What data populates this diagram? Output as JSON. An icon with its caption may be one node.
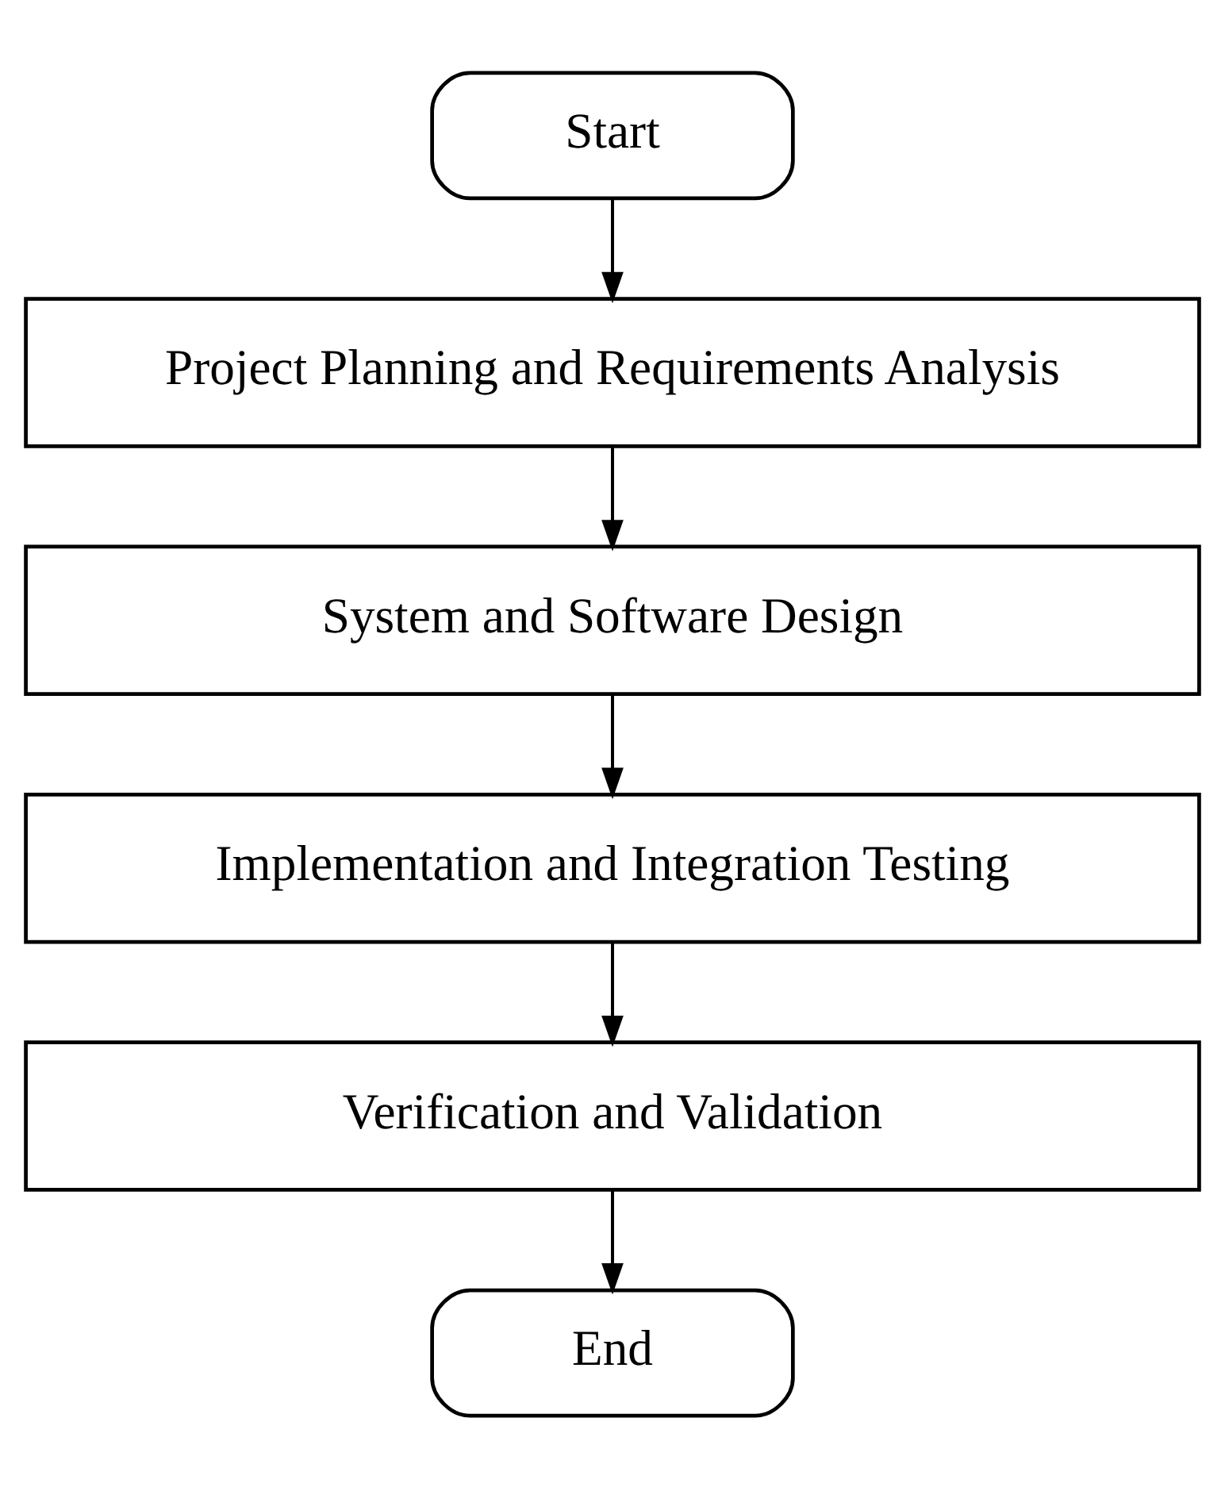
{
  "diagram": {
    "nodes": [
      {
        "text": [
          "Start"
        ]
      },
      {
        "text": [
          "Project Planning and Requirements Analysis"
        ]
      },
      {
        "text": [
          "System and Software Design"
        ]
      },
      {
        "text": [
          "Implementation and Integration Testing"
        ]
      },
      {
        "text": [
          "Verification and Validation"
        ]
      },
      {
        "text": [
          "End"
        ]
      }
    ],
    "edges": [
      {
        "from": 0,
        "to": 1,
        "arrow": "to"
      },
      {
        "from": 1,
        "to": 2,
        "arrow": "to"
      },
      {
        "from": 2,
        "to": 3,
        "arrow": "to"
      },
      {
        "from": 3,
        "to": 4,
        "arrow": "to"
      },
      {
        "from": 4,
        "to": 5,
        "arrow": "to"
      }
    ]
  }
}
